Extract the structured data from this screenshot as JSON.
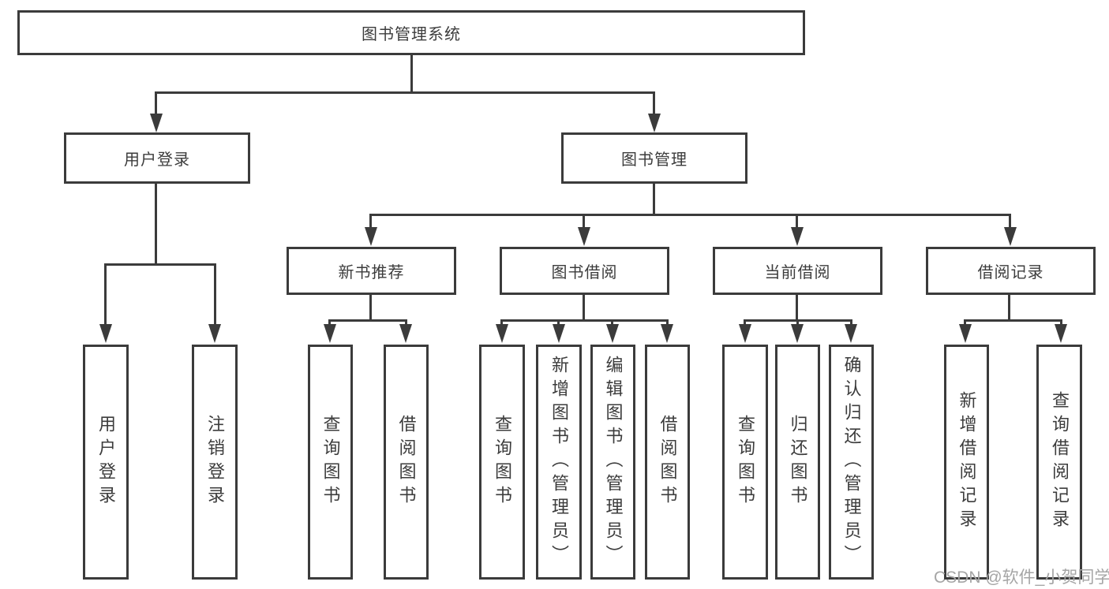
{
  "diagram": {
    "type": "tree-diagram",
    "title": "图书管理系统",
    "watermark": "CSDN @软件_小贺同学",
    "colors": {
      "line": "#3b3b3b",
      "text": "#3c3c3c",
      "background": "#ffffff",
      "box_fill": "#ffffff",
      "watermark": "#a5a5a5"
    },
    "nodes": {
      "root": {
        "label": "图书管理系统"
      },
      "user_login": {
        "label": "用户登录"
      },
      "book_mgmt": {
        "label": "图书管理"
      },
      "new_book_rec": {
        "label": "新书推荐"
      },
      "book_borrow": {
        "label": "图书借阅"
      },
      "current_borrow": {
        "label": "当前借阅"
      },
      "borrow_records": {
        "label": "借阅记录"
      },
      "leaf_user_login": {
        "label": "用户登录"
      },
      "leaf_logout": {
        "label": "注销登录"
      },
      "g1_query_books": {
        "label": "查询图书"
      },
      "g1_borrow_books": {
        "label": "借阅图书"
      },
      "g2_query_books": {
        "label": "查询图书"
      },
      "g2_add_books": {
        "label": "新增图书（管理员）"
      },
      "g2_edit_books": {
        "label": "编辑图书（管理员）"
      },
      "g2_borrow_books": {
        "label": "借阅图书"
      },
      "g3_query_books": {
        "label": "查询图书"
      },
      "g3_return_books": {
        "label": "归还图书"
      },
      "g3_confirm_return": {
        "label": "确认归还（管理员）"
      },
      "g4_add_record": {
        "label": "新增借阅记录"
      },
      "g4_query_record": {
        "label": "查询借阅记录"
      }
    },
    "edges": [
      {
        "from": "root",
        "to": [
          "user_login",
          "book_mgmt"
        ]
      },
      {
        "from": "user_login",
        "to": [
          "leaf_user_login",
          "leaf_logout"
        ]
      },
      {
        "from": "book_mgmt",
        "to": [
          "new_book_rec",
          "book_borrow",
          "current_borrow",
          "borrow_records"
        ]
      },
      {
        "from": "new_book_rec",
        "to": [
          "g1_query_books",
          "g1_borrow_books"
        ]
      },
      {
        "from": "book_borrow",
        "to": [
          "g2_query_books",
          "g2_add_books",
          "g2_edit_books",
          "g2_borrow_books"
        ]
      },
      {
        "from": "current_borrow",
        "to": [
          "g3_query_books",
          "g3_return_books",
          "g3_confirm_return"
        ]
      },
      {
        "from": "borrow_records",
        "to": [
          "g4_add_record",
          "g4_query_record"
        ]
      }
    ]
  }
}
